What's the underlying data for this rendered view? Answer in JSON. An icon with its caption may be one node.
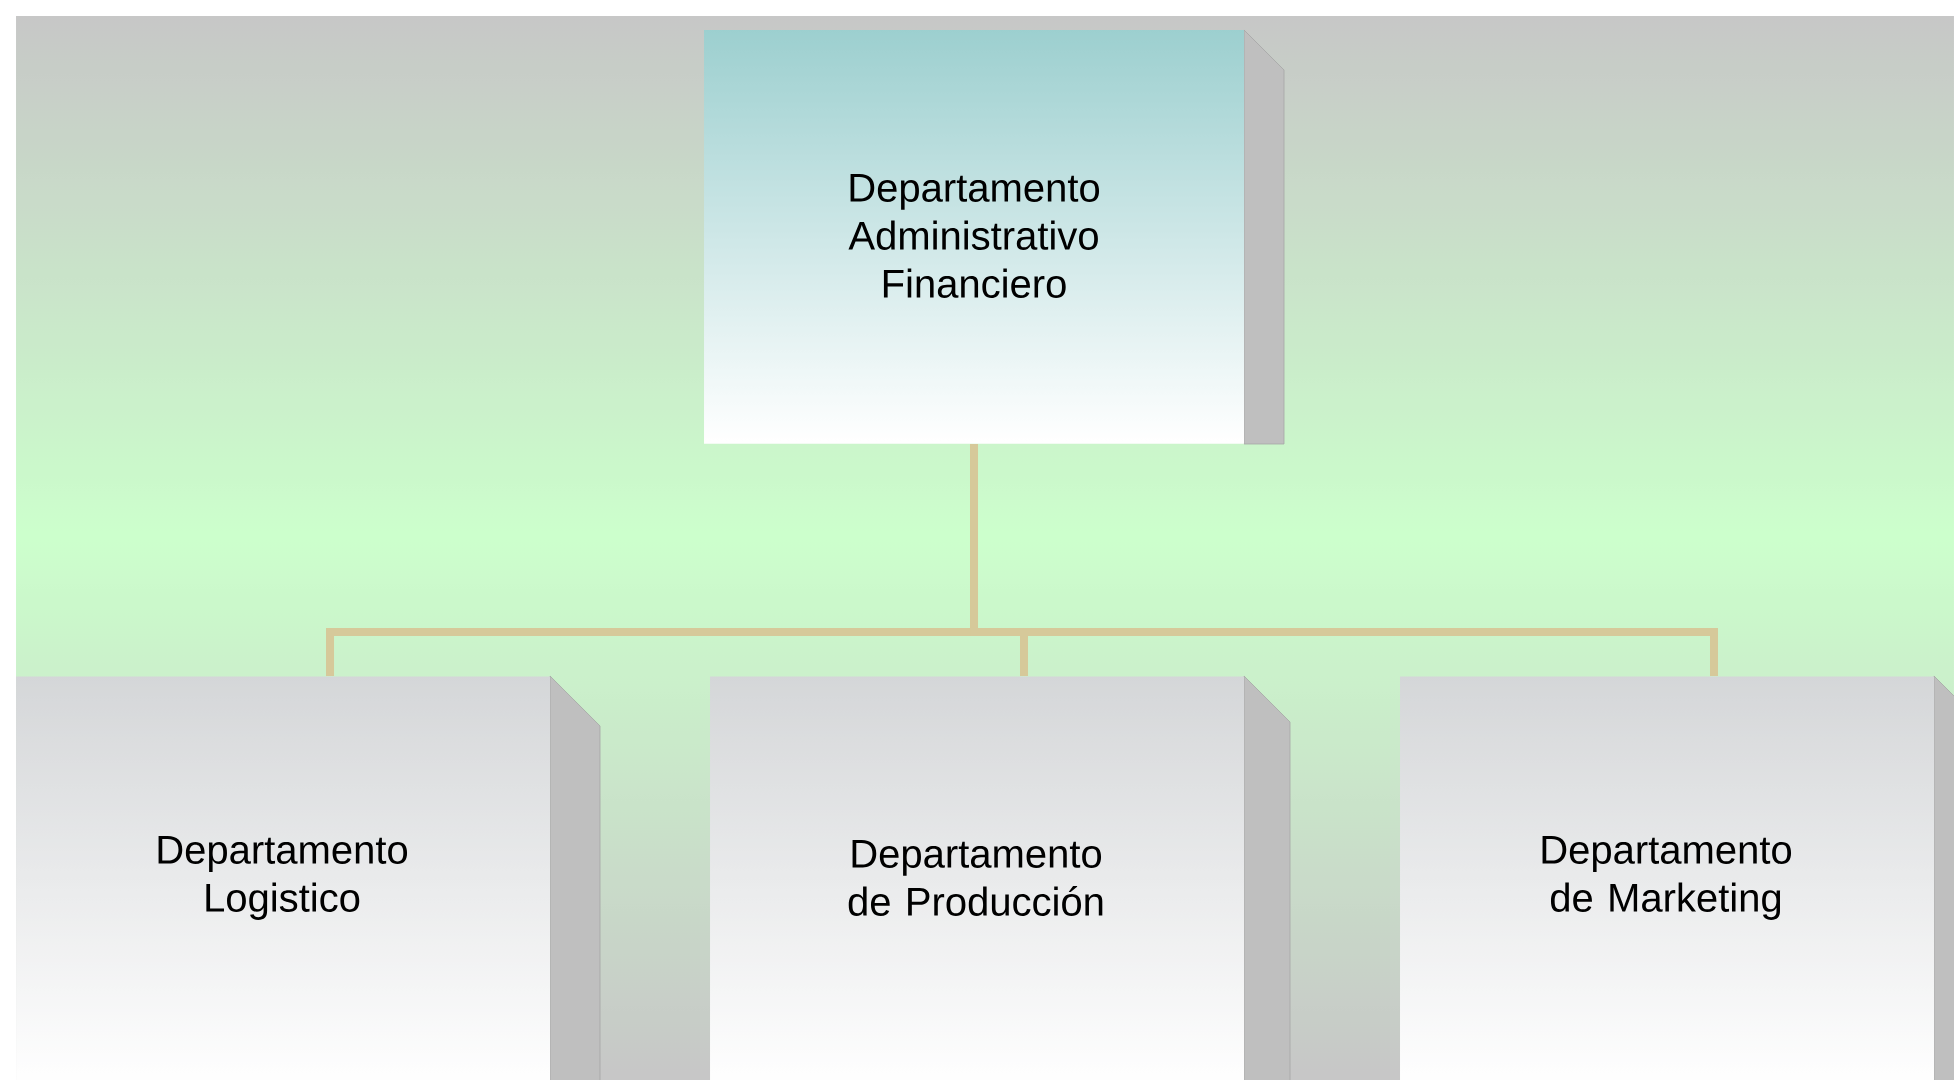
{
  "diagram": {
    "nodes": [
      {
        "text": [
          "Departamento Administrativo Financiero"
        ]
      },
      {
        "text": [
          "Departamento Logistico"
        ]
      },
      {
        "text": [
          "Departamento de Producción"
        ]
      },
      {
        "text": [
          "Departamento de Marketing"
        ]
      }
    ],
    "edges": [
      {
        "from": 0,
        "to": 1,
        "arrow": "none"
      },
      {
        "from": 0,
        "to": 2,
        "arrow": "none"
      },
      {
        "from": 0,
        "to": 3,
        "arrow": "none"
      }
    ]
  }
}
